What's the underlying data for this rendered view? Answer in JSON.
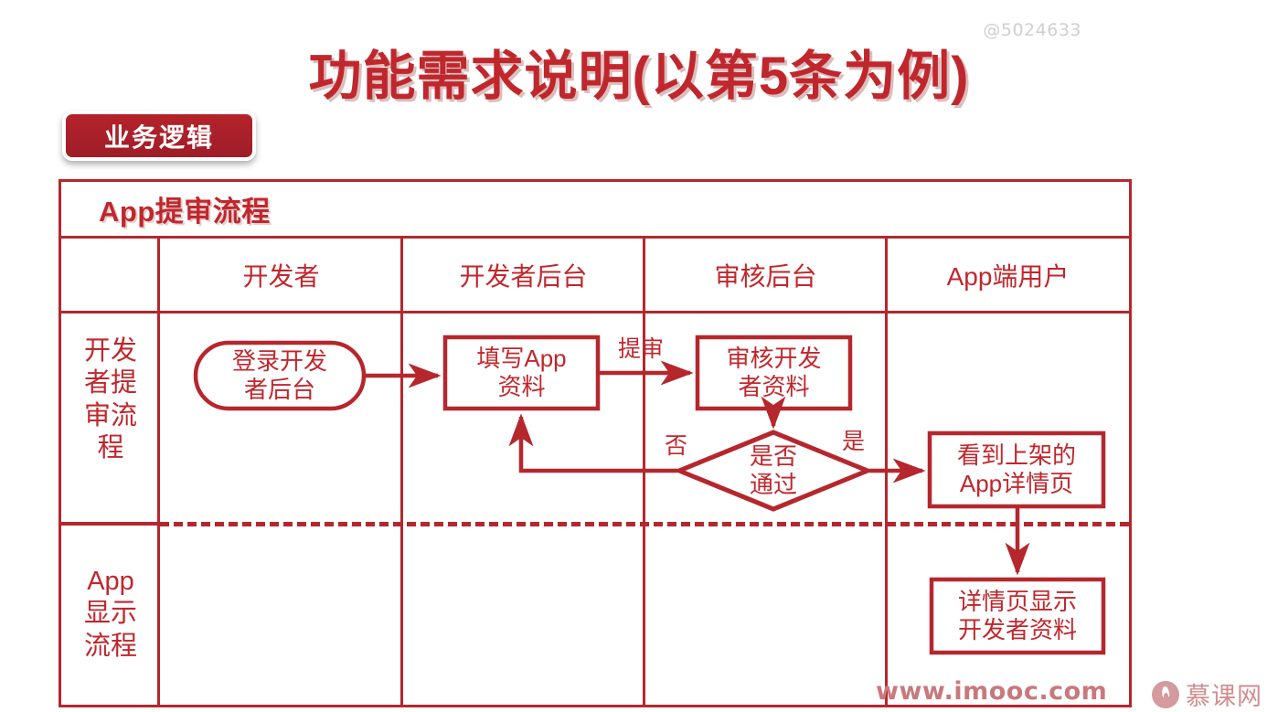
{
  "watermarks": {
    "user_id": "@5024633",
    "site_url": "www.imooc.com",
    "logo_text": "慕课网",
    "logo_icon": "flame-icon"
  },
  "header": {
    "title": "功能需求说明(以第5条为例)",
    "badge_label": "业务逻辑"
  },
  "table": {
    "title": "App提审流程",
    "columns": [
      "",
      "开发者",
      "开发者后台",
      "审核后台",
      "App端用户"
    ],
    "rows": [
      {
        "label": "开发者提审流程"
      },
      {
        "label": "App显示流程"
      }
    ]
  },
  "flow": {
    "nodes": [
      {
        "id": "login",
        "shape": "stadium",
        "label_line1": "登录开发",
        "label_line2": "者后台",
        "column": "开发者"
      },
      {
        "id": "fill",
        "shape": "rectangle",
        "label_line1": "填写App",
        "label_line2": "资料",
        "column": "开发者后台"
      },
      {
        "id": "review",
        "shape": "rectangle",
        "label_line1": "审核开发",
        "label_line2": "者资料",
        "column": "审核后台"
      },
      {
        "id": "decision",
        "shape": "diamond",
        "label_line1": "是否",
        "label_line2": "通过",
        "column": "审核后台"
      },
      {
        "id": "detail",
        "shape": "rectangle",
        "label_line1": "看到上架的",
        "label_line2": "App详情页",
        "column": "App端用户"
      },
      {
        "id": "showinfo",
        "shape": "rectangle",
        "label_line1": "详情页显示",
        "label_line2": "开发者资料",
        "column": "App端用户"
      }
    ],
    "edges": [
      {
        "from": "login",
        "to": "fill",
        "label": ""
      },
      {
        "from": "fill",
        "to": "review",
        "label": "提审"
      },
      {
        "from": "review",
        "to": "decision",
        "label": ""
      },
      {
        "from": "decision",
        "to": "fill",
        "label": "否"
      },
      {
        "from": "decision",
        "to": "detail",
        "label": "是"
      },
      {
        "from": "detail",
        "to": "showinfo",
        "label": ""
      }
    ]
  },
  "colors": {
    "brand_red": "#c0272d",
    "line_red": "#b5272d",
    "badge_red": "#a8202a",
    "watermark_gray": "#cfcfcf",
    "logo_pink": "#d08e91"
  }
}
